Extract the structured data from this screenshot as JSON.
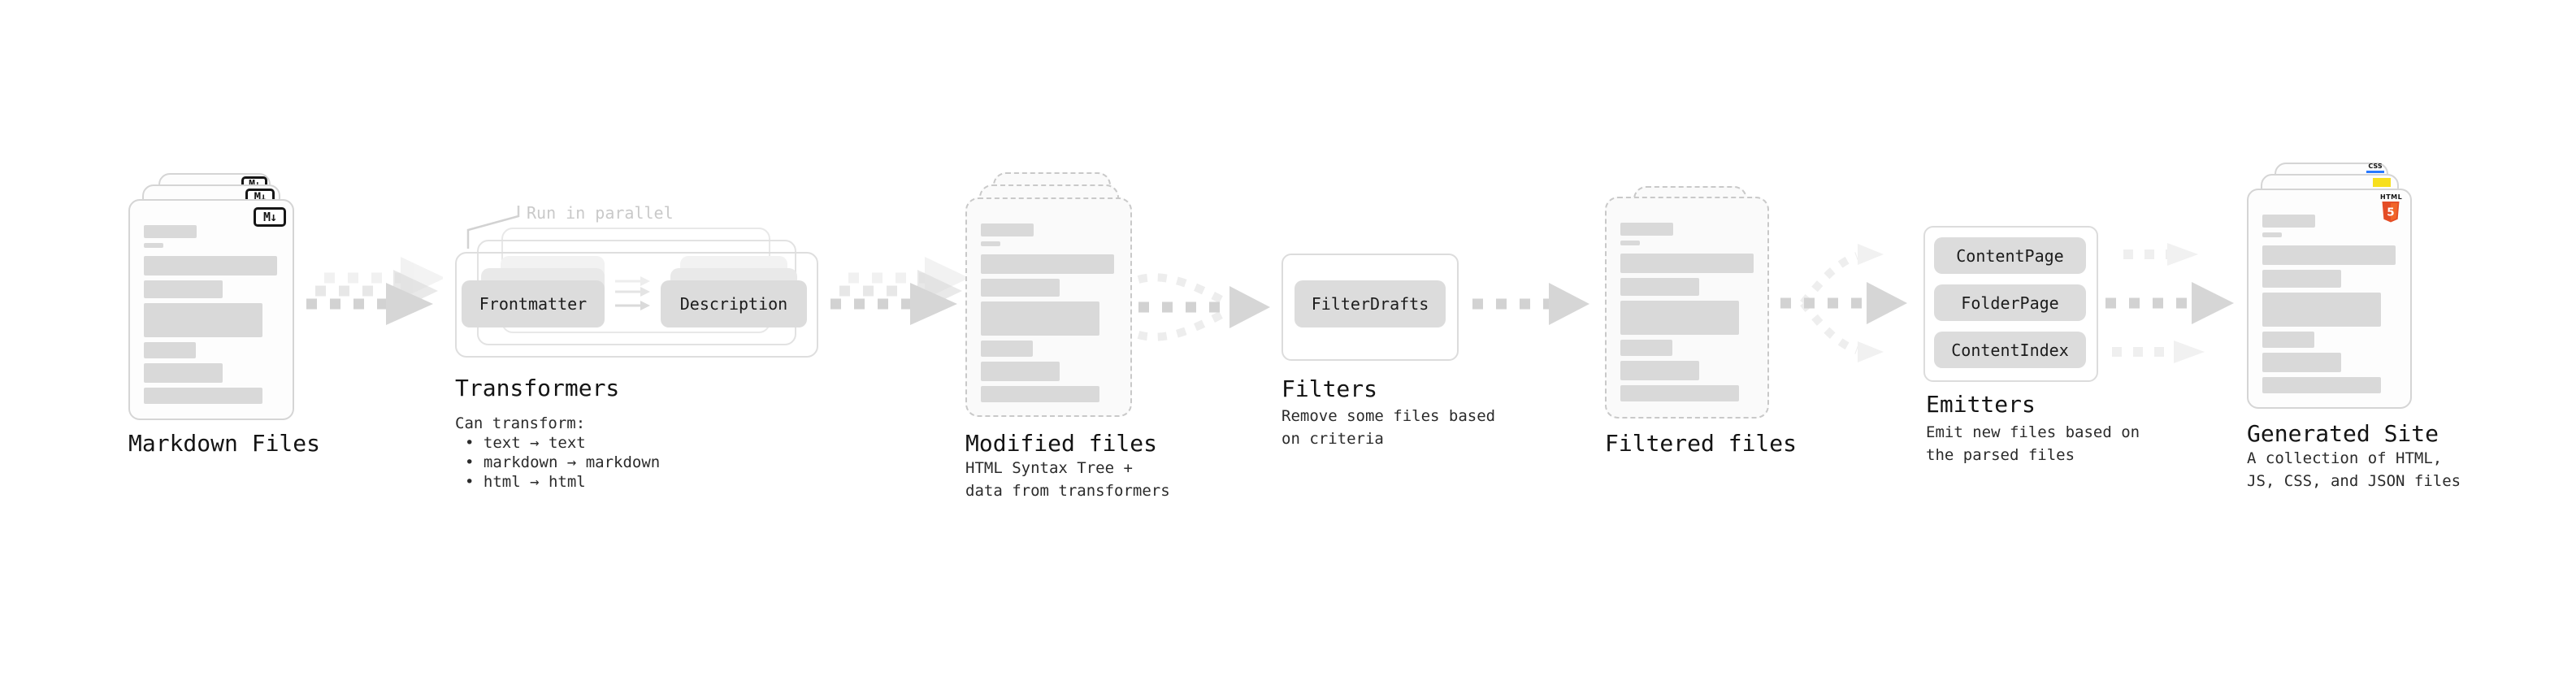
{
  "colors": {
    "accent_html5_orange": "#e44d26",
    "accent_html5_orange_light": "#f16529",
    "accent_js_yellow": "#f7df1e",
    "accent_css_blue": "#2979ff",
    "arrow_gray": "#d6d6d6",
    "arrow_light_gray": "#f0f0f0",
    "bar_gray": "#d9d9d9"
  },
  "stages": {
    "markdown_files": {
      "label": "Markdown Files",
      "badge": "M↓"
    },
    "transformers": {
      "annotation": "Run in parallel",
      "node_a": "Frontmatter",
      "node_b": "Description",
      "heading": "Transformers",
      "caption_intro": "Can transform:",
      "bullet_1": "• text → text",
      "bullet_2": "• markdown → markdown",
      "bullet_3": "• html → html"
    },
    "modified_files": {
      "heading": "Modified files",
      "caption": "HTML Syntax Tree +\ndata from transformers"
    },
    "filters": {
      "heading": "Filters",
      "node": "FilterDrafts",
      "caption": "Remove some files based\non criteria"
    },
    "filtered_files": {
      "heading": "Filtered files"
    },
    "emitters": {
      "heading": "Emitters",
      "node_1": "ContentPage",
      "node_2": "FolderPage",
      "node_3": "ContentIndex",
      "caption": "Emit new files based on\nthe parsed files"
    },
    "generated_site": {
      "heading": "Generated Site",
      "caption": "A collection of HTML,\nJS, CSS, and JSON files",
      "css_badge": "CSS",
      "html5_label": "HTML",
      "html5_number": "5"
    }
  }
}
